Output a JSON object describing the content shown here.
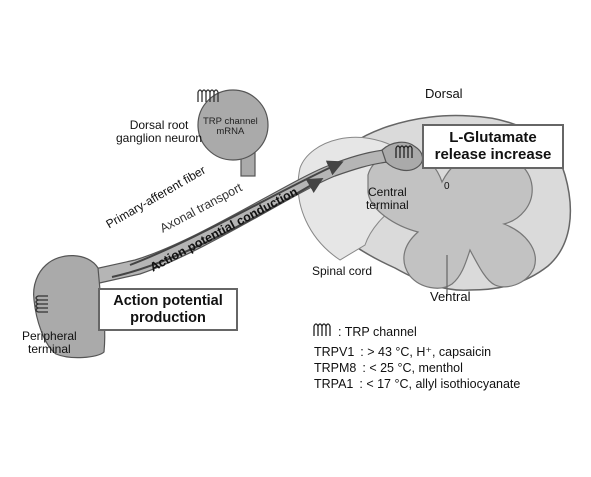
{
  "labels": {
    "dorsal": "Dorsal",
    "ventral": "Ventral",
    "spinal_cord": "Spinal cord",
    "central_terminal_1": "Central",
    "central_terminal_2": "terminal",
    "drg_neuron_1": "Dorsal root",
    "drg_neuron_2": "ganglion neuron",
    "trp_mrna_1": "TRP channel",
    "trp_mrna_2": "mRNA",
    "primary_fiber": "Primary-afferent fiber",
    "axonal_transport": "Axonal transport",
    "action_conduction": "Action potential conduction",
    "peripheral_1": "Peripheral",
    "peripheral_2": "terminal",
    "central_canal": "0"
  },
  "boxes": {
    "glutamate_1": "L-Glutamate",
    "glutamate_2": "release increase",
    "action_1": "Action potential",
    "action_2": "production"
  },
  "legend": {
    "icon_label": ": TRP channel",
    "items": [
      {
        "name": "TRPV1",
        "desc": ": > 43 °C, H⁺, capsaicin"
      },
      {
        "name": "TRPM8",
        "desc": ": < 25 °C, menthol"
      },
      {
        "name": "TRPA1",
        "desc": ": < 17 °C, allyl isothiocyanate"
      }
    ]
  },
  "colors": {
    "neuron_fill": "#aaaaaa",
    "cord_outer": "#d9d9d9",
    "cord_inner": "#bdbdbd",
    "fiber_fill": "#b5b5b5",
    "outline": "#555555"
  }
}
